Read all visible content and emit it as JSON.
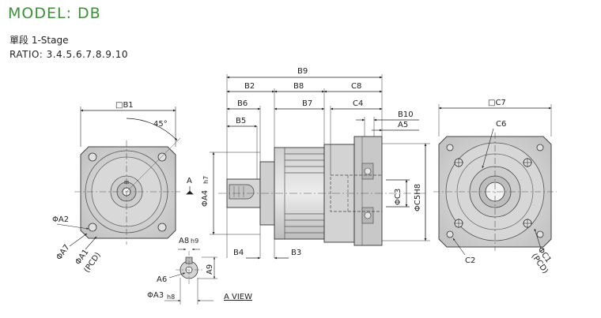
{
  "header": {
    "model": "MODEL: DB",
    "stage": "單段 1-Stage",
    "ratio": "RATIO:  3.4.5.6.7.8.9.10"
  },
  "labels": {
    "b1": "□B1",
    "angle": "45°",
    "phi_a2": "ΦA2",
    "phi_a7": "ΦA7",
    "phi_a1": "ΦA1",
    "pcd_left": "(PCD)",
    "a8": "A8",
    "a8_tol": "h9",
    "a9": "A9",
    "a6": "A6",
    "phi_a3": "ΦA3",
    "a3_tol": "h8",
    "a_view": "A VIEW",
    "b9": "B9",
    "b2": "B2",
    "b8": "B8",
    "c8": "C8",
    "b6": "B6",
    "b7": "B7",
    "c4": "C4",
    "b10": "B10",
    "a5": "A5",
    "b5": "B5",
    "a_marker": "A",
    "phi_a4": "ΦA4",
    "a4_tol": "h7",
    "phi_c3": "ΦC3",
    "phi_c5": "ΦC5H8",
    "b4": "B4",
    "b3": "B3",
    "c7": "□C7",
    "c6": "C6",
    "c2": "C2",
    "phi_c1": "ΦC1",
    "pcd_right": "(PCD)"
  }
}
